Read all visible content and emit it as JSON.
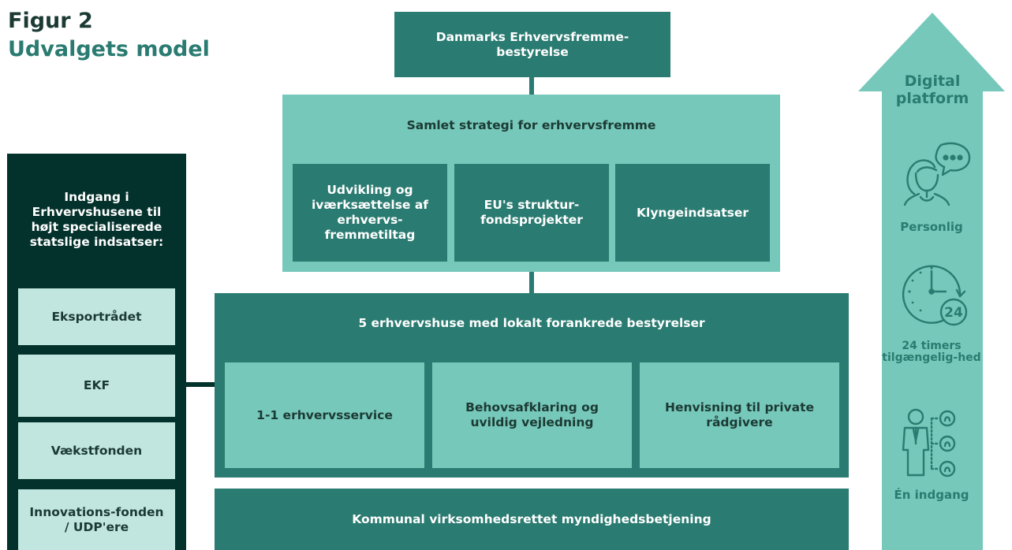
{
  "figure": {
    "label": "Figur 2",
    "title": "Udvalgets model"
  },
  "top_box": "Danmarks Erhvervsfremme-bestyrelse",
  "strategy": {
    "title": "Samlet strategi for erhvervsfremme",
    "items": [
      "Udvikling og iværksættelse af erhvervs-fremmetiltag",
      "EU's struktur-fondsprojekter",
      "Klyngeindsatser"
    ]
  },
  "houses": {
    "title": "5 erhvervshuse med lokalt forankrede bestyrelser",
    "items": [
      "1-1 erhvervsservice",
      "Behovsafklaring og uvildig vejledning",
      "Henvisning til private rådgivere"
    ]
  },
  "bottom_box": "Kommunal virksomhedsrettet myndighedsbetjening",
  "left_panel": {
    "title": "Indgang i Erhvervshusene til højt specialiserede statslige indsatser:",
    "items": [
      "Eksportrådet",
      "EKF",
      "Vækstfonden",
      "Innovations-fonden / UDP'ere"
    ]
  },
  "digital_platform": {
    "title": "Digital platform",
    "features": [
      {
        "icon": "person-speech-icon",
        "label": "Personlig"
      },
      {
        "icon": "clock-24-icon",
        "label": "24 timers tilgængelig-hed"
      },
      {
        "icon": "single-entry-icon",
        "label": "Én indgang"
      }
    ]
  },
  "colors": {
    "dark_teal": "#2a7b71",
    "light_teal": "#76c8ba",
    "darkest_teal": "#03312b",
    "pale_teal": "#c1e5df",
    "text_dark": "#1c3a34"
  }
}
